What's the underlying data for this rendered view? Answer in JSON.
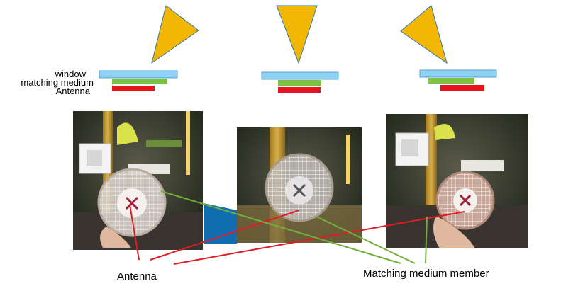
{
  "layer_labels": {
    "window": "window",
    "matching_medium": "matching medium",
    "antenna": "Antenna"
  },
  "callouts": {
    "antenna": "Antenna",
    "matching_member": "Matching medium member"
  },
  "colors": {
    "horn": "#f2b705",
    "horn_outline": "#2e75b6",
    "window_layer": "#8fd3f4",
    "matching_layer": "#7dc242",
    "antenna_layer": "#e8141c",
    "antenna_line": "#e01b24",
    "matching_line": "#70b03a",
    "blue_panel": "#0f6db0"
  },
  "photos": {
    "left": "photo-left",
    "center": "photo-center",
    "right": "photo-right"
  }
}
